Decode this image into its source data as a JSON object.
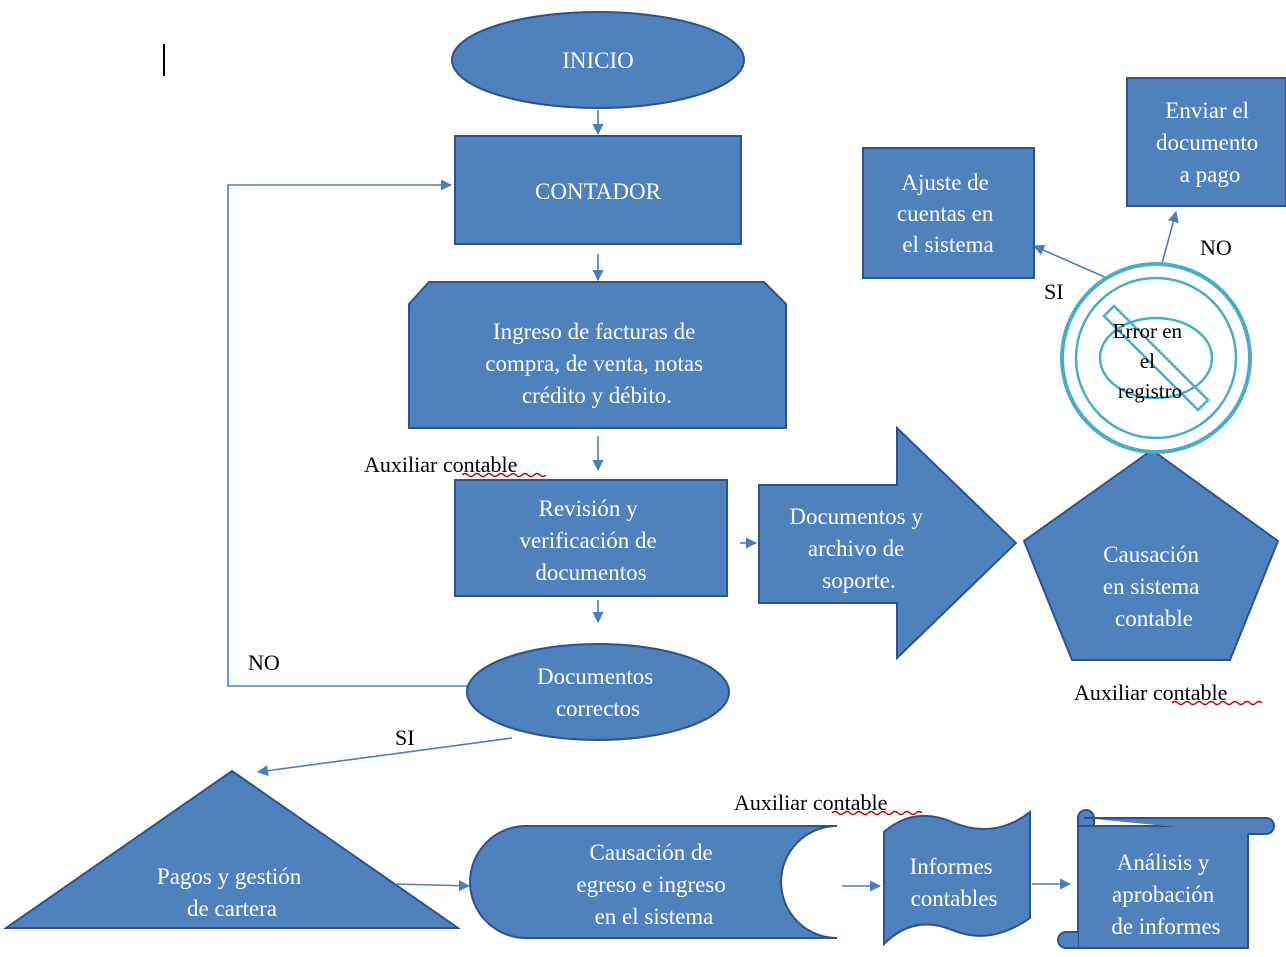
{
  "nodes": {
    "inicio": [
      "INICIO"
    ],
    "contador": [
      "CONTADOR"
    ],
    "ingreso": [
      "Ingreso de facturas de",
      "compra, de venta, notas",
      "crédito y débito."
    ],
    "revision": [
      "Revisión y",
      "verificación de",
      "documentos"
    ],
    "archivo": [
      "Documentos y",
      "archivo de",
      "soporte."
    ],
    "causacion_sistema": [
      "Causación",
      "en sistema",
      "contable"
    ],
    "error": [
      "Error en",
      "el",
      "registro"
    ],
    "ajuste": [
      "Ajuste de",
      "cuentas en",
      "el sistema"
    ],
    "enviar": [
      "Enviar el",
      "documento",
      "a pago"
    ],
    "correctos": [
      "Documentos",
      "correctos"
    ],
    "pagos": [
      "Pagos y gestión",
      "de cartera"
    ],
    "egreso": [
      "Causación de",
      "egreso e ingreso",
      "en el sistema"
    ],
    "informes": [
      "Informes",
      "contables"
    ],
    "analisis": [
      "Análisis y",
      "aprobación",
      "de informes"
    ]
  },
  "labels": {
    "auxiliar_1": "Auxiliar contable",
    "auxiliar_2": "Auxiliar contable",
    "auxiliar_3": "Auxiliar contable",
    "no_left": "NO",
    "si_bottom": "SI",
    "si_right": "SI",
    "no_right": "NO"
  },
  "colors": {
    "shape_fill": "#4f81bd",
    "shape_stroke": "#2f528f",
    "connector": "#4a7ebb",
    "no_symbol": "#4bacc6"
  }
}
